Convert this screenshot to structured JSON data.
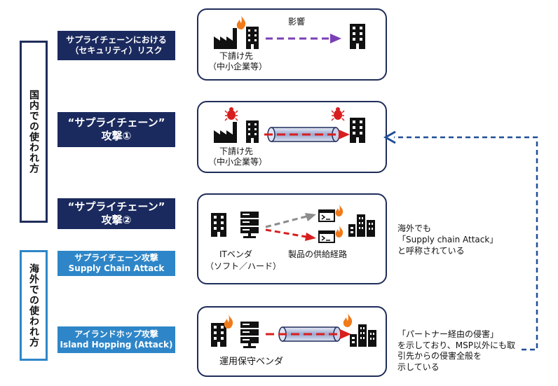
{
  "sidebar": {
    "domestic": "国内での使われ方",
    "overseas": "海外での使われ方"
  },
  "labels": {
    "l1": {
      "line1": "サプライチェーンにおける",
      "line2": "（セキュリティ）リスク"
    },
    "l2": {
      "line1": "“サプライチェーン”",
      "line2": "攻撃①"
    },
    "l3": {
      "line1": "“サプライチェーン”",
      "line2": "攻撃②"
    },
    "l4": {
      "line1": "サプライチェーン攻撃",
      "line2": "Supply Chain Attack"
    },
    "l5": {
      "line1": "アイランドホップ攻撃",
      "line2": "Island Hopping (Attack)"
    }
  },
  "panels": {
    "p1": {
      "influence": "影響",
      "sub1": "下請け先",
      "sub2": "（中小企業等）"
    },
    "p2": {
      "sub1": "下請け先",
      "sub2": "（中小企業等）"
    },
    "p3": {
      "vendor1": "ITベンダ",
      "vendor2": "（ソフト／ハード）",
      "route": "製品の供給経路"
    },
    "p4": {
      "vendor": "運用保守ベンダ"
    }
  },
  "notes": {
    "n1": [
      "海外でも",
      "「Supply chain Attack」",
      "と呼称されている"
    ],
    "n2": [
      "「パートナー経由の侵害」",
      "を示しており、MSP以外にも取引先からの侵害全般を",
      "示している"
    ]
  },
  "colors": {
    "navy": "#1b2a5e",
    "blue": "#2e86c8",
    "purple": "#7b3fb5",
    "red": "#d81e1e",
    "grey": "#8c8c8c",
    "fire": "#f07a1a"
  },
  "icons": [
    "factory-icon",
    "building-icon",
    "bug-icon",
    "server-icon",
    "fire-icon",
    "city-icon",
    "pipe-icon",
    "terminal-icon"
  ]
}
